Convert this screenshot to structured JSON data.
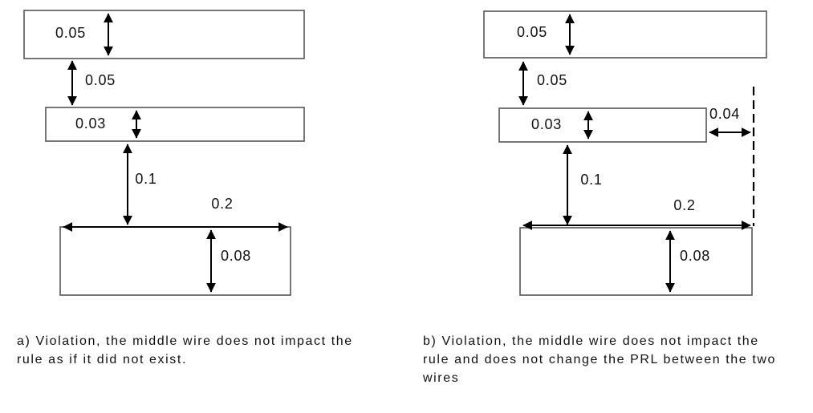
{
  "figure": {
    "colors": {
      "background": "#ffffff",
      "wire_border": "#555555",
      "arrow": "#000000",
      "text": "#111111"
    },
    "panels": [
      {
        "id": "a",
        "dims": {
          "top_wire_thickness": "0.05",
          "upper_spacing": "0.05",
          "middle_wire_thickness": "0.03",
          "lower_spacing": "0.1",
          "prl_width": "0.2",
          "bottom_wire_thickness": "0.08"
        },
        "caption_lines": [
          "a) Violation, the middle wire does not impact the",
          "rule as if it did not exist."
        ]
      },
      {
        "id": "b",
        "dims": {
          "top_wire_thickness": "0.05",
          "upper_spacing": "0.05",
          "middle_wire_thickness": "0.03",
          "end_extension": "0.04",
          "lower_spacing": "0.1",
          "prl_width": "0.2",
          "bottom_wire_thickness": "0.08"
        },
        "caption_lines": [
          "b) Violation, the middle wire does not impact the",
          "rule and does not change the PRL between the two",
          "wires"
        ]
      }
    ]
  }
}
